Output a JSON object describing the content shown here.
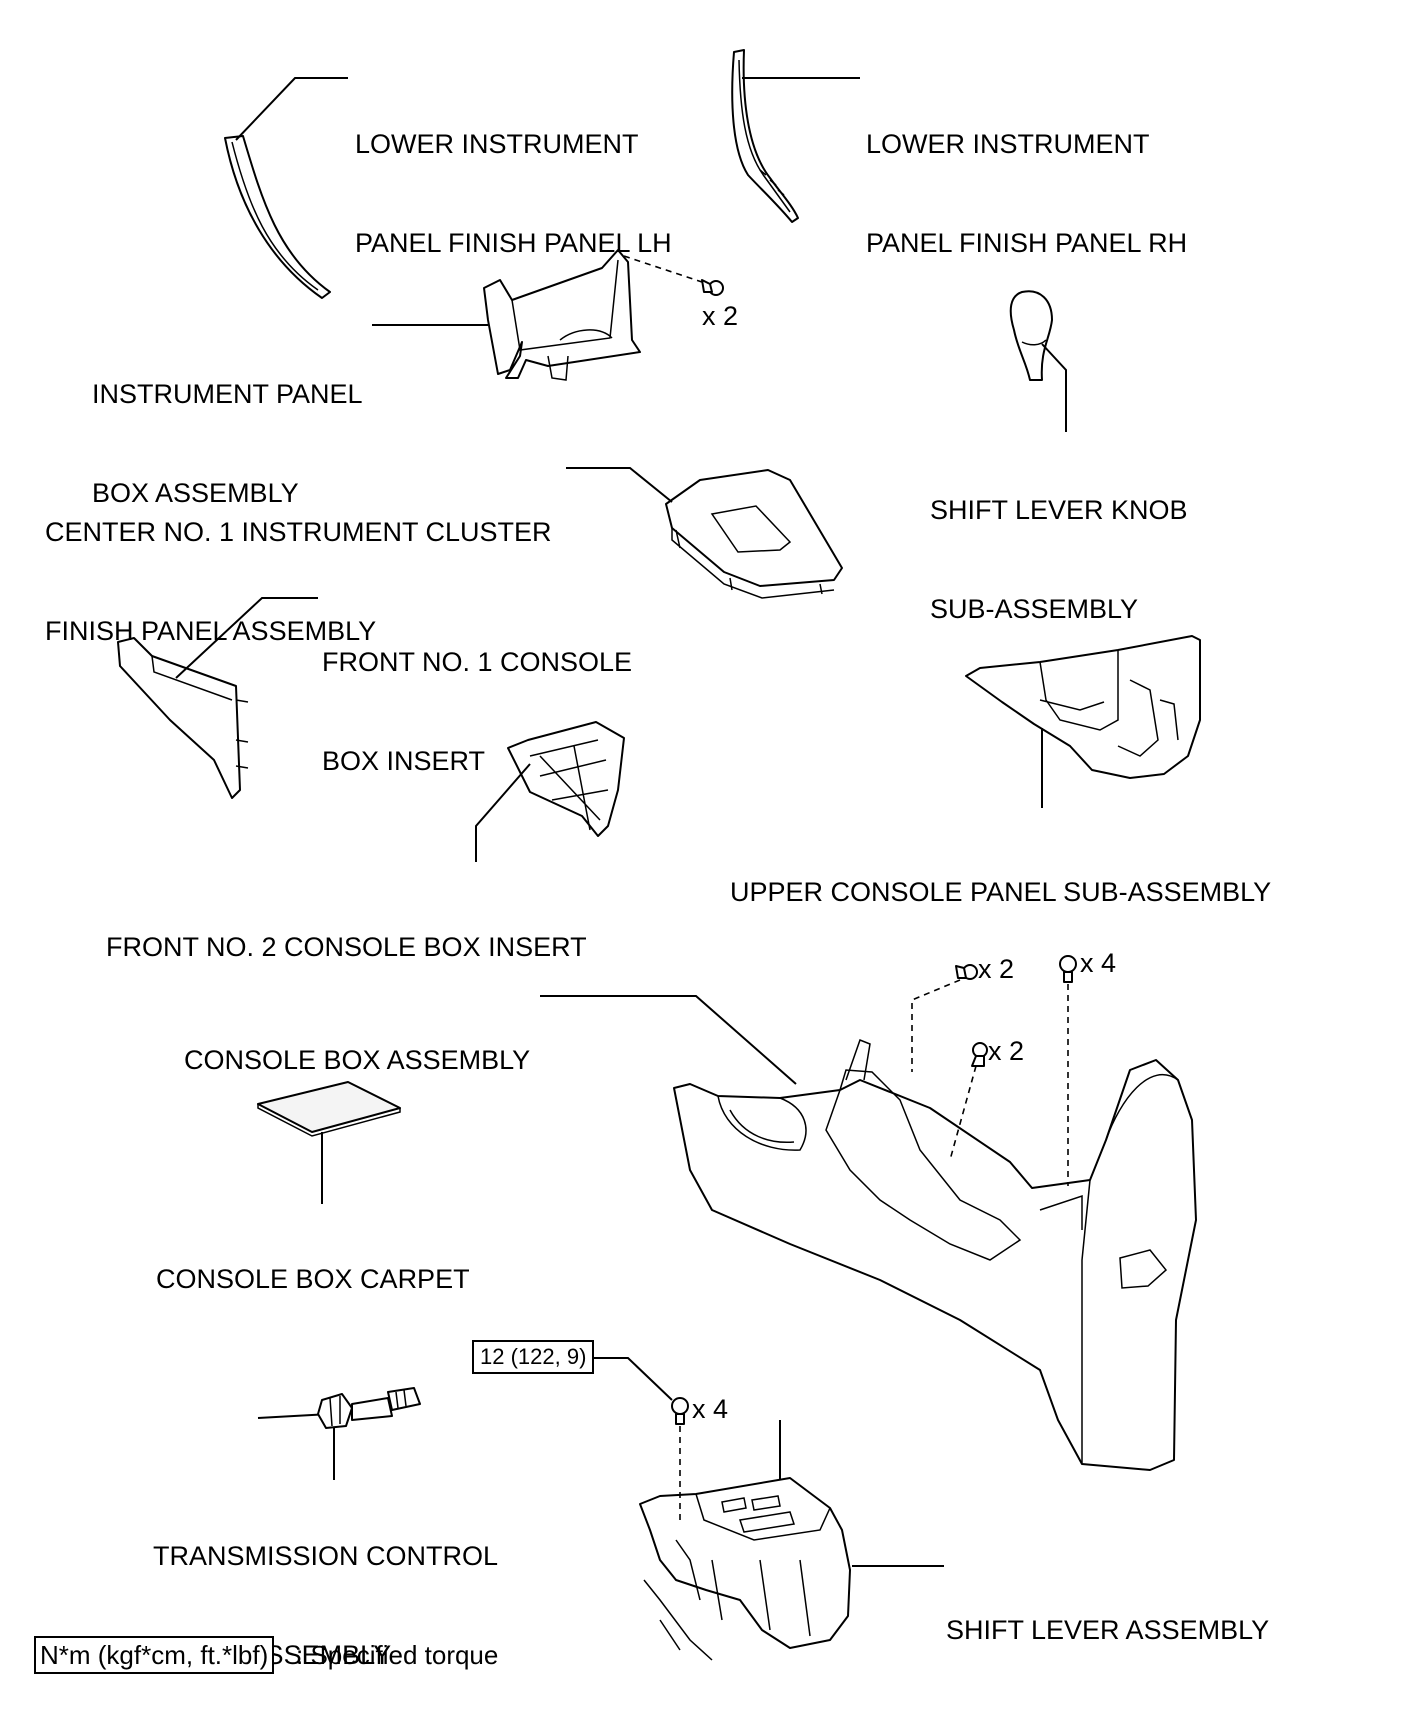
{
  "parts": {
    "lower_panel_lh": [
      "LOWER INSTRUMENT",
      "PANEL FINISH PANEL LH"
    ],
    "lower_panel_rh": [
      "LOWER INSTRUMENT",
      "PANEL FINISH PANEL RH"
    ],
    "instrument_panel_box": [
      "INSTRUMENT PANEL",
      "BOX ASSEMBLY"
    ],
    "shift_lever_knob": [
      "SHIFT LEVER KNOB",
      "SUB-ASSEMBLY"
    ],
    "center_cluster_finish": [
      "CENTER NO. 1 INSTRUMENT CLUSTER",
      "FINISH PANEL ASSEMBLY"
    ],
    "front_no1_insert": [
      "FRONT NO. 1 CONSOLE",
      "BOX INSERT"
    ],
    "upper_console_panel": [
      "UPPER CONSOLE PANEL SUB-ASSEMBLY"
    ],
    "front_no2_insert": [
      "FRONT NO. 2 CONSOLE BOX INSERT"
    ],
    "console_box": [
      "CONSOLE BOX ASSEMBLY"
    ],
    "console_box_carpet": [
      "CONSOLE BOX CARPET"
    ],
    "transmission_cable": [
      "TRANSMISSION CONTROL",
      "CABLE ASSEMBLY"
    ],
    "shift_lever": [
      "SHIFT LEVER ASSEMBLY"
    ]
  },
  "quantities": {
    "instrument_box_screws": "x 2",
    "console_screws_top": "x 2",
    "console_bolts_top": "x 4",
    "console_screws_mid": "x 2",
    "shift_lever_bolts": "x 4"
  },
  "torque": {
    "shift_lever_bolts": "12 (122, 9)"
  },
  "legend": {
    "unit": "N*m (kgf*cm, ft.*lbf)",
    "text": ": Specified torque"
  }
}
